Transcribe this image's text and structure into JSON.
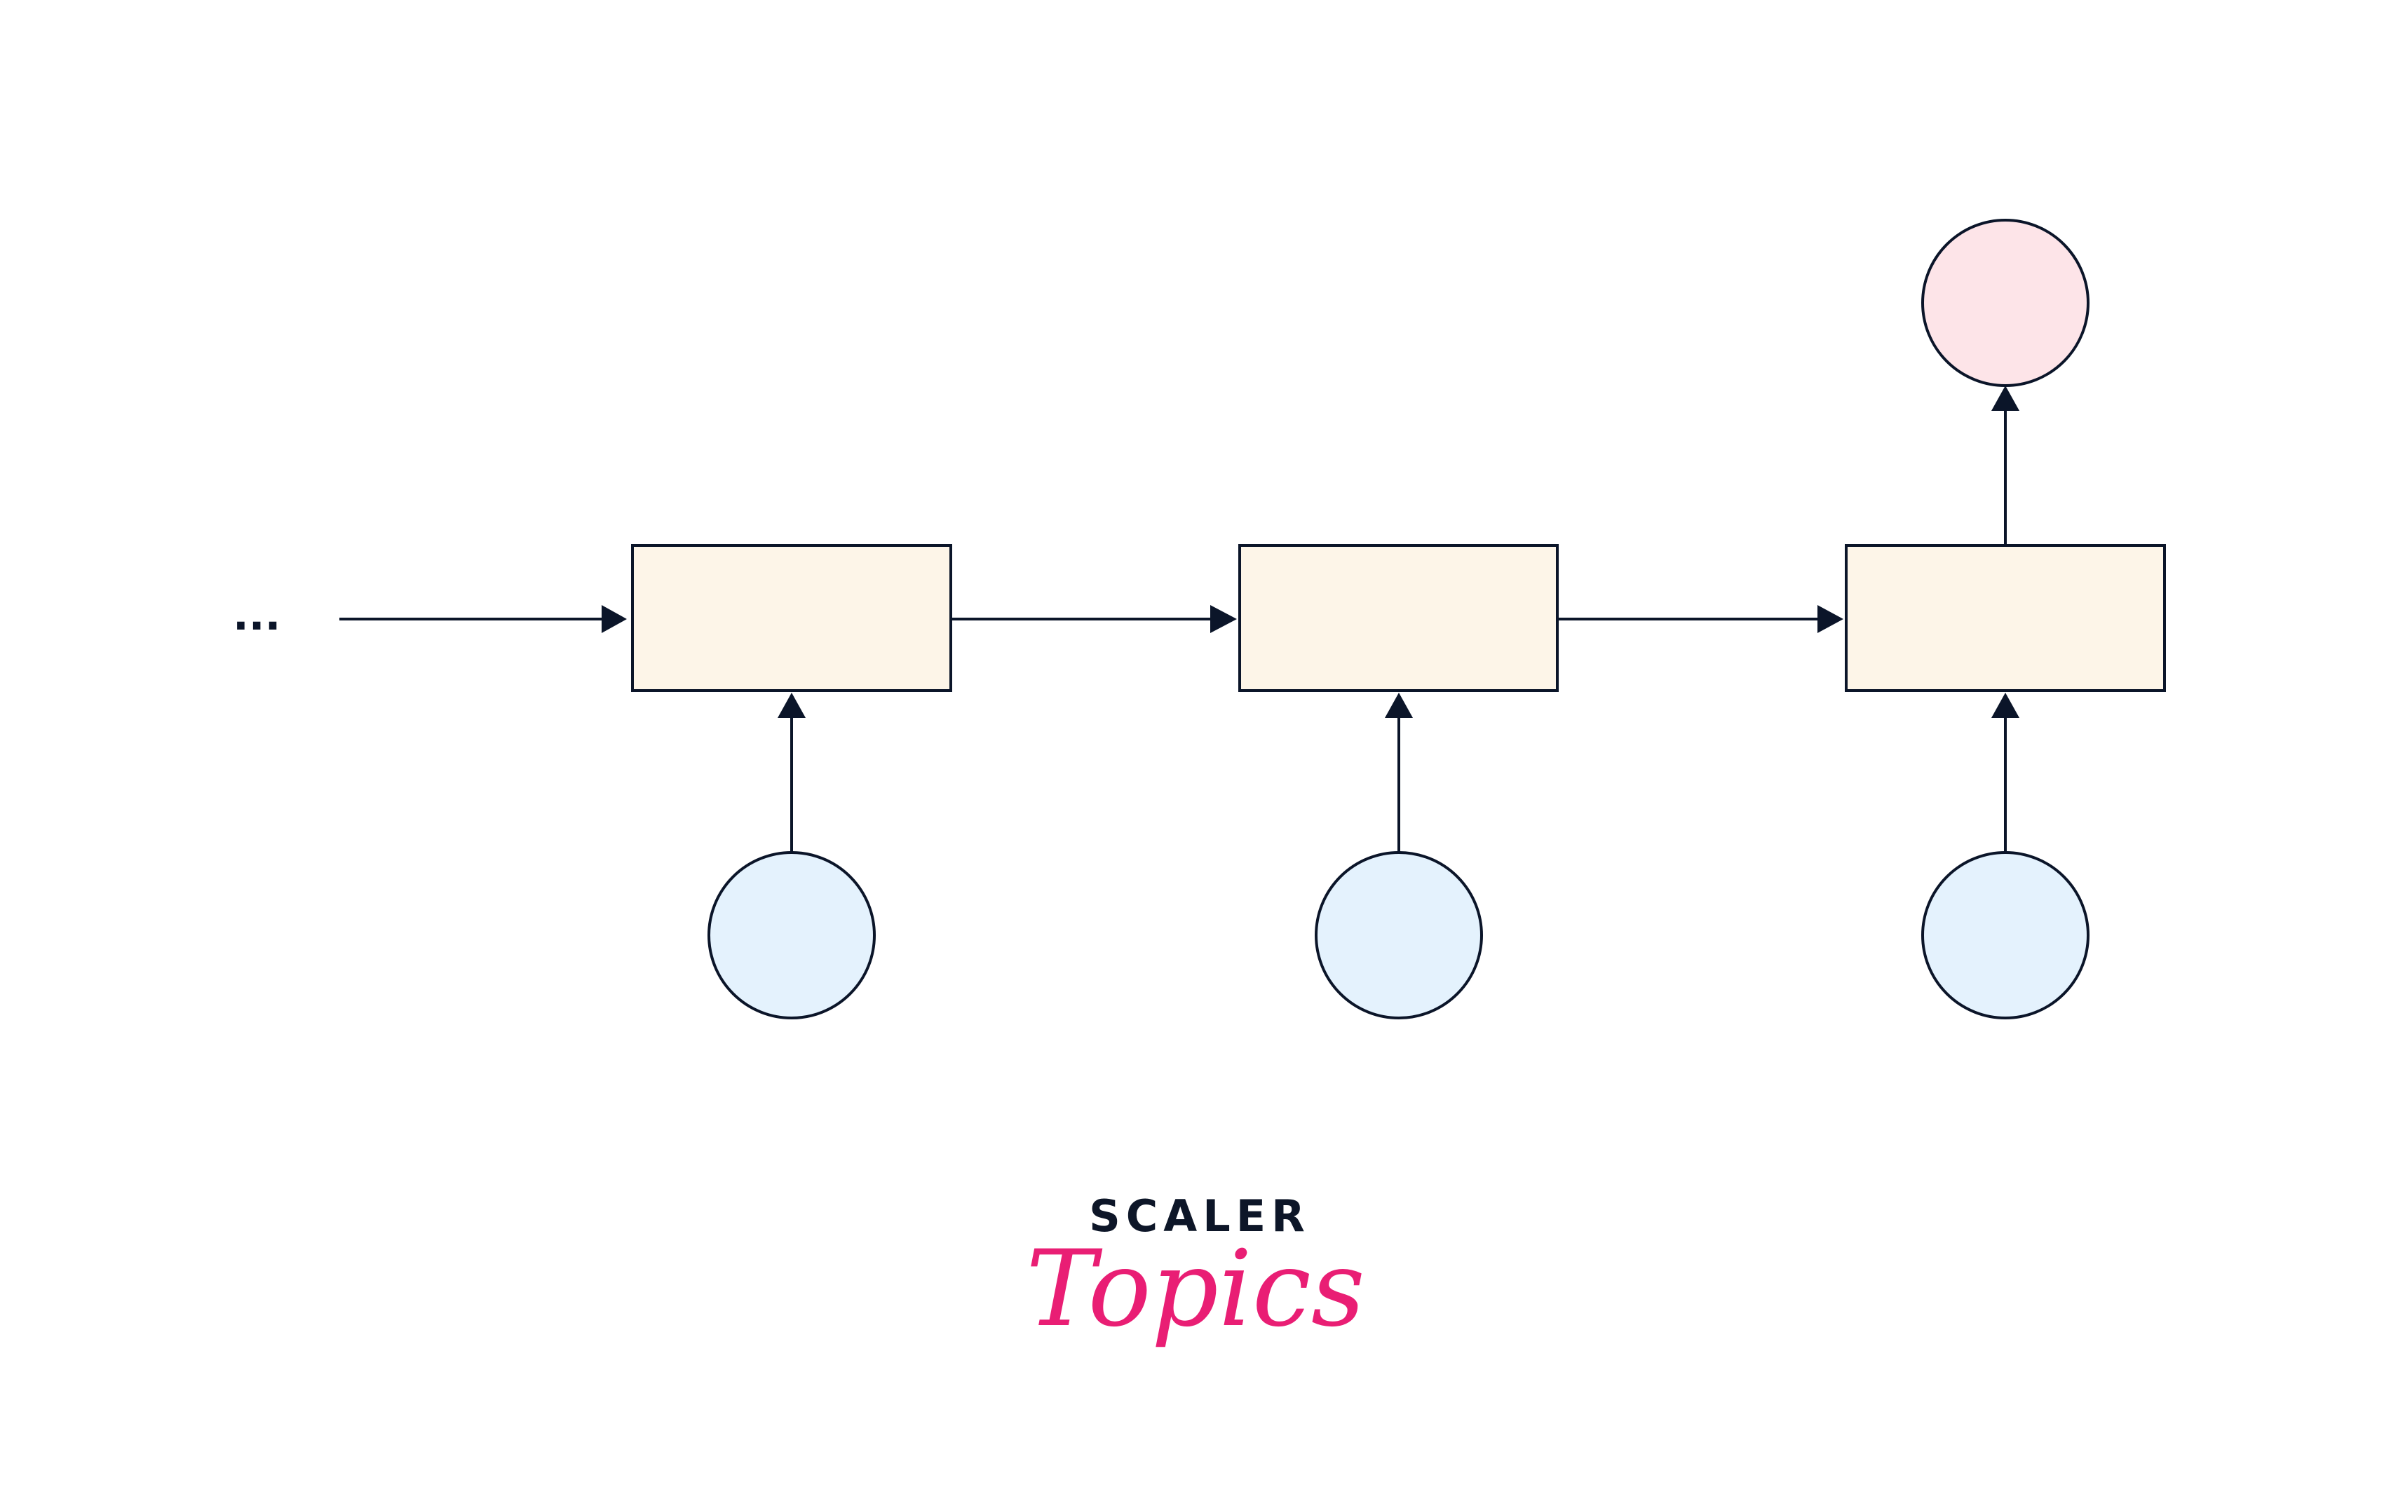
{
  "diagram": {
    "ellipsis": "...",
    "node_colors": {
      "cell": "#fdf5e8",
      "input": "#e4f2fd",
      "output": "#fde4e8",
      "stroke": "#0b1529"
    },
    "cells": 3,
    "inputs": 3,
    "outputs": 1
  },
  "logo": {
    "line1": "SCALER",
    "line2": "Topics",
    "brand_color": "#e91e74"
  }
}
